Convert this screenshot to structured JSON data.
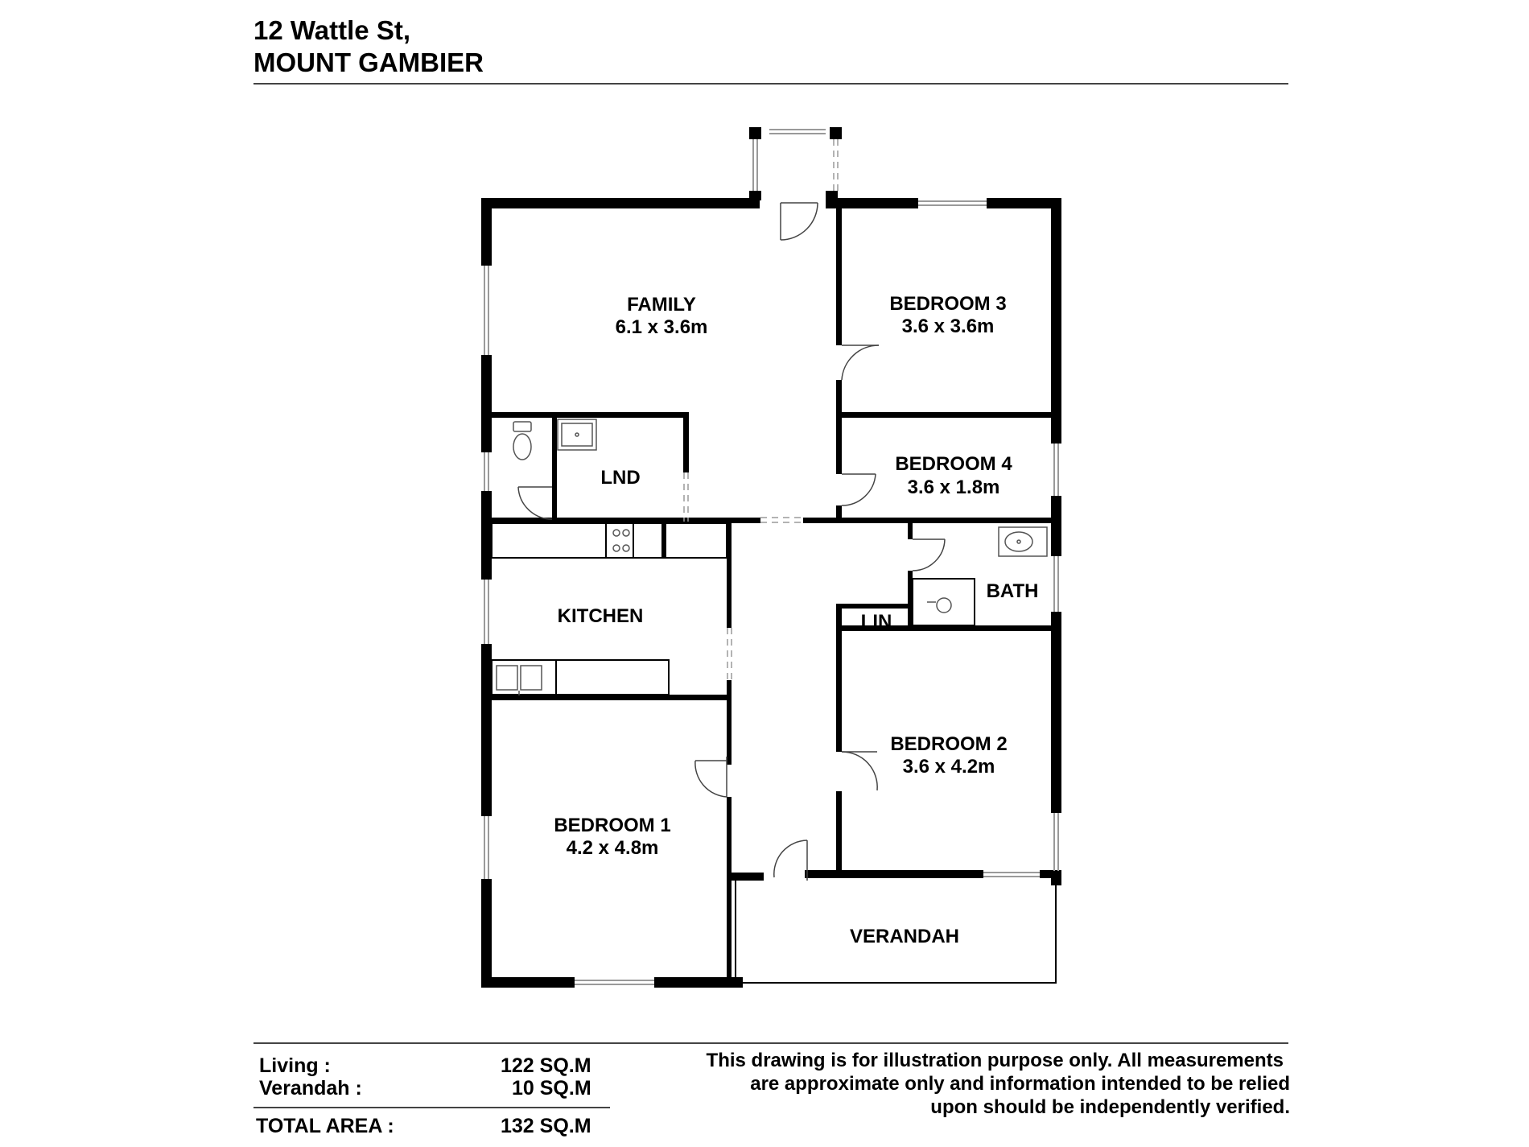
{
  "address": {
    "line1": "12 Wattle St,",
    "line2": "MOUNT GAMBIER"
  },
  "rooms": {
    "family": {
      "name": "FAMILY",
      "size": "6.1 x 3.6m"
    },
    "bedroom3": {
      "name": "BEDROOM 3",
      "size": "3.6 x 3.6m"
    },
    "bedroom4": {
      "name": "BEDROOM 4",
      "size": "3.6 x 1.8m"
    },
    "laundry": {
      "name": "LND"
    },
    "kitchen": {
      "name": "KITCHEN"
    },
    "bath": {
      "name": "BATH"
    },
    "linen": {
      "name": "LIN"
    },
    "bedroom2": {
      "name": "BEDROOM 2",
      "size": "3.6 x 4.2m"
    },
    "bedroom1": {
      "name": "BEDROOM 1",
      "size": "4.2 x 4.8m"
    },
    "verandah": {
      "name": "VERANDAH"
    }
  },
  "areas": {
    "living_label": "Living :",
    "living_value": "122 SQ.M",
    "verandah_label": "Verandah :",
    "verandah_value": "10 SQ.M",
    "total_label": "TOTAL AREA :",
    "total_value": "132 SQ.M"
  },
  "disclaimer": {
    "line1": "This drawing is for illustration purpose only. All measurements",
    "line2": "are approximate only and information intended to be relied",
    "line3": "upon should be independently verified."
  },
  "colors": {
    "wall": "#000000",
    "window": "#9a9a9a",
    "rule": "#444444"
  }
}
